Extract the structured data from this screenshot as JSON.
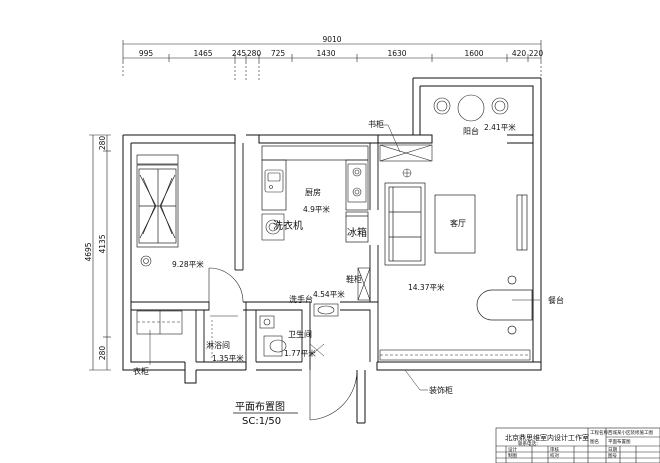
{
  "dimensions": {
    "total": "9010",
    "segments": [
      "995",
      "1465",
      "245",
      "280",
      "725",
      "1430",
      "1630",
      "1600",
      "420",
      "220"
    ],
    "left": [
      "280",
      "4135",
      "4695",
      "280"
    ]
  },
  "rooms": {
    "bedroom_area": "9.28平米",
    "kitchen": "厨房",
    "kitchen_area": "4.9平米",
    "washer": "洗衣机",
    "fridge": "冰箱",
    "shoe_cabinet": "鞋柜",
    "hall_area": "4.54平米",
    "wash_basin": "洗手台",
    "bathroom": "卫生间",
    "bathroom_area": "1.77平米",
    "shower": "淋浴间",
    "shower_area": "1.35平米",
    "wardrobe": "衣柜",
    "bookcase": "书柜",
    "balcony": "阳台",
    "balcony_area": "2.41平米",
    "living": "客厅",
    "living_area": "14.37平米",
    "dining": "餐台",
    "decor_cabinet": "装饰柜"
  },
  "plan_title": "平面布置图",
  "scale": "SC:1/50",
  "title_block": {
    "company": "北京鼎思维室内设计工作室",
    "company_sub": "联系电话：",
    "labels": [
      "工程名称",
      "图名",
      "设计",
      "审核",
      "制图",
      "校对",
      "日期",
      "图号"
    ],
    "project_value": "西城某小区装修施工图",
    "drawing_value": "平面布置图"
  }
}
